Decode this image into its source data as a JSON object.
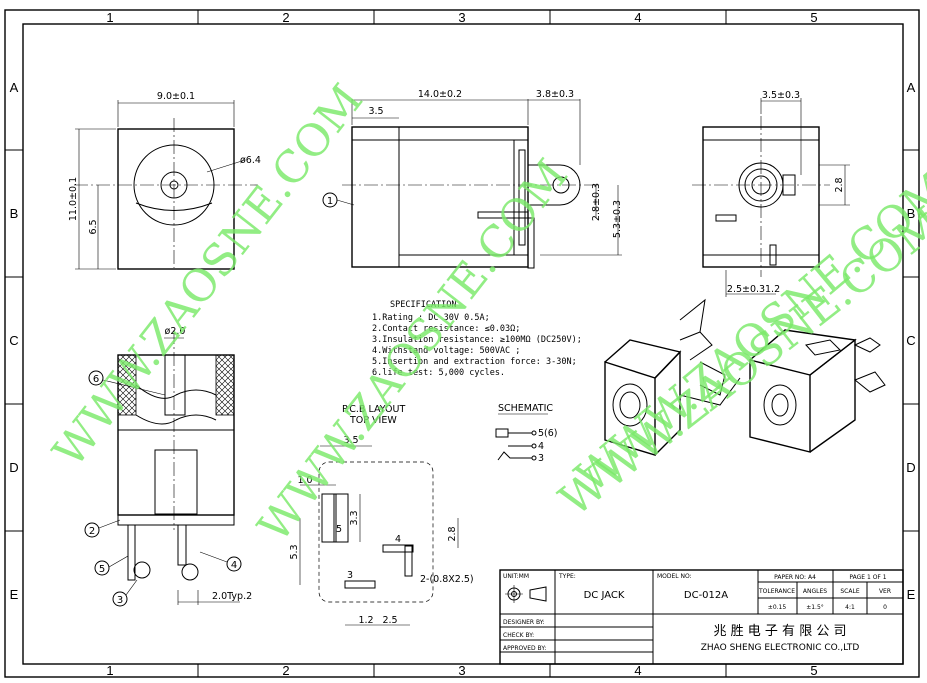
{
  "grid": {
    "columns": [
      "1",
      "2",
      "3",
      "4",
      "5"
    ],
    "rows": [
      "A",
      "B",
      "C",
      "D",
      "E"
    ]
  },
  "front_view": {
    "dims": {
      "width": "9.0±0.1",
      "height": "11.0±0.1",
      "center_height": "6.5",
      "diameter": "ø6.4"
    }
  },
  "side_view": {
    "dims": {
      "length": "14.0±0.2",
      "pin_offset": "3.8±0.3",
      "front": "3.5",
      "pin_height1": "2.8±0.3",
      "pin_height2": "5.3±0.3"
    },
    "balloon": "1"
  },
  "rear_view": {
    "dims": {
      "top": "3.5±0.3",
      "right": "2.8",
      "bottom": "2.5±0.3",
      "bottom2": "1.2"
    }
  },
  "section_view": {
    "dims": {
      "pin_dia": "ø2.0",
      "pitch": "2.0Typ.2"
    },
    "balloons": [
      "6",
      "2",
      "5",
      "3",
      "4"
    ]
  },
  "specification": {
    "title": "SPECIFICATION",
    "items": [
      "1.Rating : DC 30V 0.5A;",
      "2.Contact resistance: ≤0.03Ω;",
      "3.Insulation resistance: ≥100MΩ (DC250V);",
      "4.Withstand voltage: 500VAC ;",
      "5.Insertion and extraction force: 3-30N;",
      "6.life test: 5,000 cycles."
    ]
  },
  "pcb_layout": {
    "title": "P.C.B LAYOUT",
    "subtitle": "TOP VIEW",
    "dims": {
      "width": "3.5",
      "pad1": "1.0",
      "pad_len": "3.3",
      "pad5": "5",
      "height": "5.3",
      "right": "2.8",
      "bottom1": "1.2",
      "bottom2": "2.5"
    },
    "labels": {
      "pad3": "3",
      "pad4": "4",
      "slot": "2-(0.8X2.5)"
    }
  },
  "schematic": {
    "title": "SCHEMATIC",
    "pins": [
      "5(6)",
      "4",
      "3"
    ]
  },
  "watermark": {
    "texts": [
      "WWW.ZAOSNE.COM",
      "WWW.ZAOSNE.COM",
      "WWW.ZAOSNE.COM",
      "WWW.ZAOSNE.COM"
    ],
    "color": "#7bea6a"
  },
  "title_block": {
    "unit_label": "UNIT:MM",
    "type_label": "TYPE:",
    "type_value": "DC  JACK",
    "model_label": "MODEL NO:",
    "model_value": "DC-012A",
    "paper_label": "PAPER NO: A4",
    "page_label": "PAGE 1 OF 1",
    "headers": [
      "TOLERANCE",
      "ANGLES",
      "SCALE",
      "VER"
    ],
    "values": [
      "±0.15",
      "±1.5°",
      "4:1",
      "0"
    ],
    "designer": "DESIGNER BY:",
    "check": "CHECK   BY:",
    "approved": "APPROVED BY:",
    "company_cn": "兆 胜 电 子 有 限 公 司",
    "company_en": "ZHAO SHENG ELECTRONIC CO.,LTD"
  }
}
